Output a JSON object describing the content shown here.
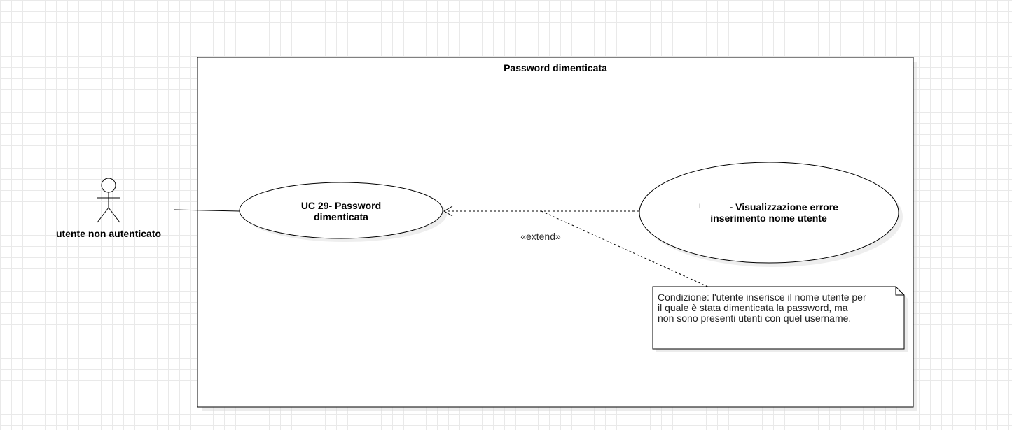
{
  "diagram": {
    "boundary": {
      "title": "Password dimenticata"
    },
    "actor": {
      "label": "utente non autenticato"
    },
    "use_cases": {
      "uc29": {
        "line1": "UC 29- Password",
        "line2": "dimenticata"
      },
      "error": {
        "line1": "UC      - Visualizzazione errore",
        "line2": "inserimento nome utente"
      }
    },
    "relationship": {
      "label": "«extend»"
    },
    "note": {
      "lines": [
        "Condizione: l'utente inserisce il nome utente per",
        "il quale è stata dimenticata la password, ma",
        "non sono presenti utenti con quel username."
      ]
    }
  }
}
